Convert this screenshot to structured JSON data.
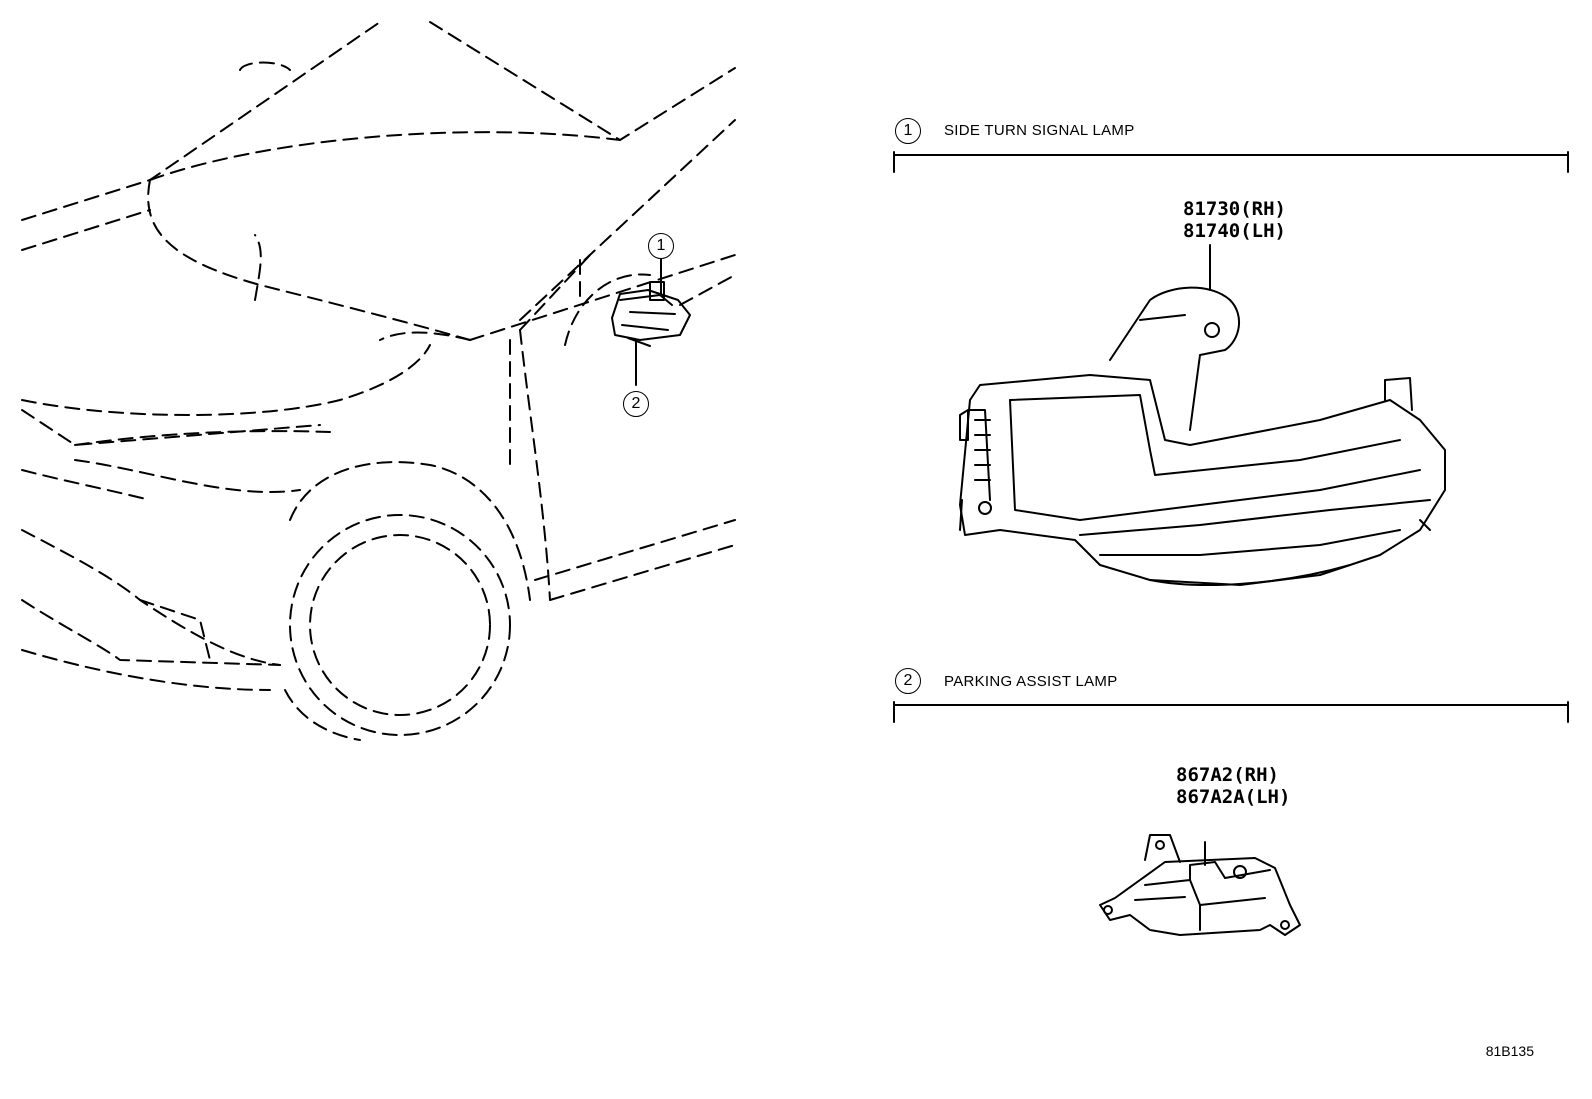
{
  "callouts": [
    {
      "number": "1",
      "title": "SIDE TURN SIGNAL LAMP",
      "parts": [
        "81730(RH)",
        "81740(LH)"
      ]
    },
    {
      "number": "2",
      "title": "PARKING ASSIST LAMP",
      "parts": [
        "867A2(RH)",
        "867A2A(LH)"
      ]
    }
  ],
  "diagram_id": "81B135"
}
